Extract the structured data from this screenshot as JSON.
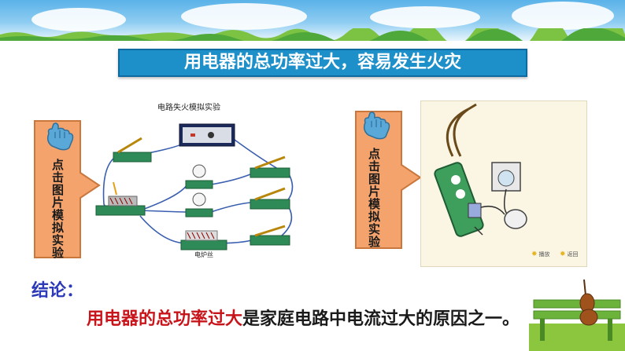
{
  "header": {
    "title": "用电器的总功率过大，容易发生火灾"
  },
  "left_sim": {
    "click_label": "点击图片模拟实验",
    "circuit_title": "电路失火模拟实验",
    "heater_label": "电炉丝"
  },
  "right_sim": {
    "click_label": "点击图片模拟实验",
    "play_label": "播放",
    "back_label": "返回"
  },
  "conclusion": {
    "heading": "结论：",
    "highlight": "用电器的总功率过大",
    "rest": "是家庭电路中电流过大的原因之一。"
  },
  "colors": {
    "title_bg": "#1d8fc9",
    "highlight": "#c8151b",
    "heading": "#2d3ab8",
    "arrow_fill": "#f4a36c"
  },
  "icons": [
    "hand-pointer-icon",
    "arrow-right-icon",
    "violin-icon",
    "bench-icon"
  ]
}
